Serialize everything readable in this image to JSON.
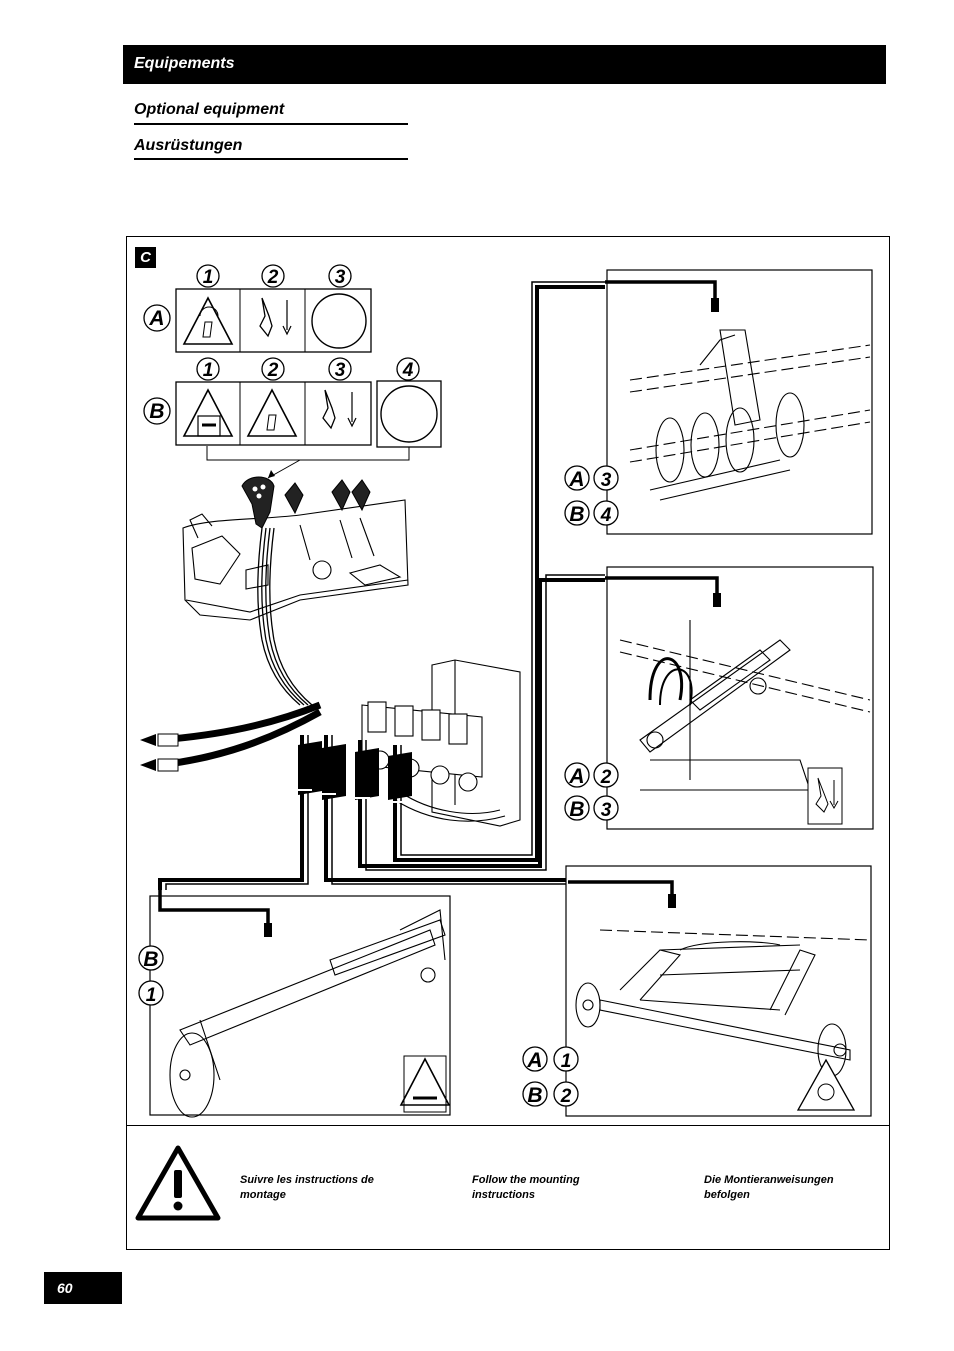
{
  "header": {
    "title": "Equipements"
  },
  "subtitles": {
    "english": "Optional equipment",
    "german": "Ausrüstungen"
  },
  "figure": {
    "badge": "C",
    "row_a": {
      "label": "A",
      "numbers": [
        "1",
        "2",
        "3"
      ]
    },
    "row_b": {
      "label": "B",
      "numbers": [
        "1",
        "2",
        "3",
        "4"
      ]
    },
    "panels": [
      {
        "codes": [
          {
            "letter": "A",
            "number": "3"
          },
          {
            "letter": "B",
            "number": "4"
          }
        ]
      },
      {
        "codes": [
          {
            "letter": "A",
            "number": "2"
          },
          {
            "letter": "B",
            "number": "3"
          }
        ]
      },
      {
        "codes": [
          {
            "letter": "B",
            "number": "1"
          }
        ]
      },
      {
        "codes": [
          {
            "letter": "A",
            "number": "1"
          },
          {
            "letter": "B",
            "number": "2"
          }
        ]
      }
    ]
  },
  "instructions": {
    "french": "Suivre les instructions de montage",
    "english": "Follow the mounting instructions",
    "german": "Die Montieranweisungen befolgen"
  },
  "page_number": "60"
}
